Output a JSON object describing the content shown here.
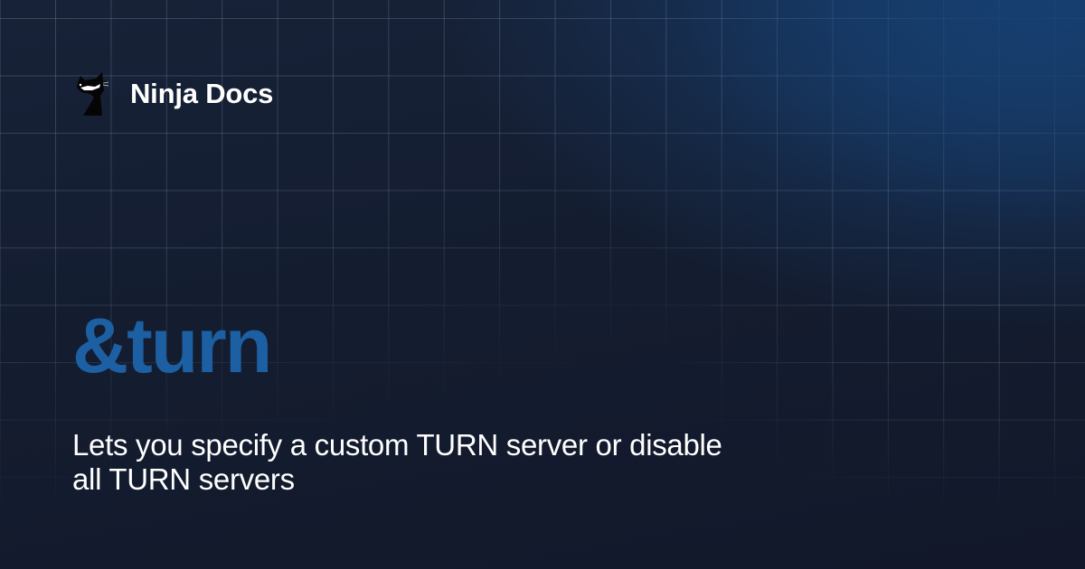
{
  "brand": {
    "logo_icon": "ninja-cat-icon",
    "name": "Ninja Docs"
  },
  "page": {
    "title": "&turn",
    "description": "Lets you specify a custom TURN server or disable all TURN servers"
  },
  "colors": {
    "background": "#131a2a",
    "glow": "#164278",
    "title": "#1d5fa3",
    "text": "#ffffff",
    "grid_line": "rgba(160,180,210,0.28)"
  }
}
